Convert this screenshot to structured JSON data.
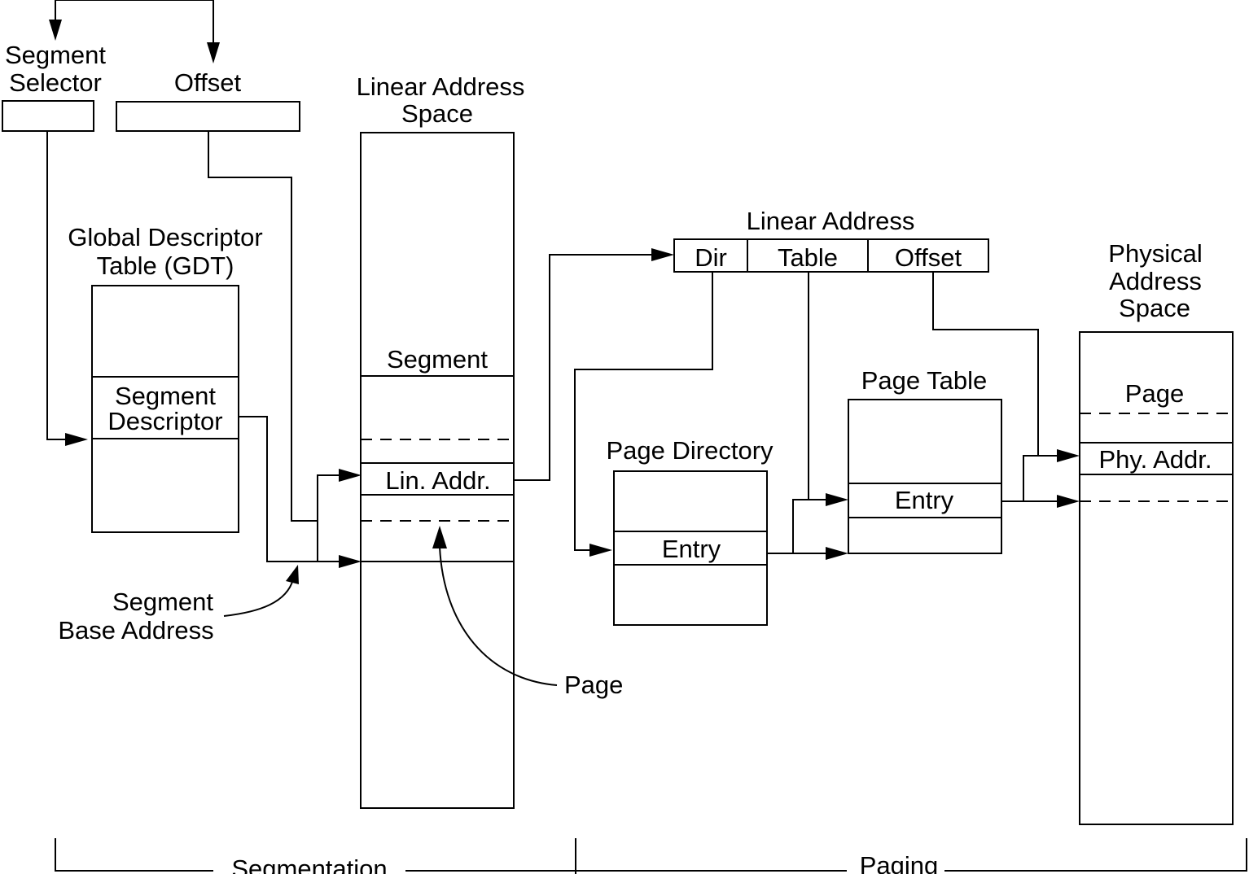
{
  "logical_address": {
    "segment_selector_label": [
      "Segment",
      "Selector"
    ],
    "offset_label": "Offset"
  },
  "gdt": {
    "title": [
      "Global Descriptor",
      "Table (GDT)"
    ],
    "entry_label": [
      "Segment",
      "Descriptor"
    ]
  },
  "segment_base_address_label": [
    "Segment",
    "Base Address"
  ],
  "linear_address_space": {
    "title": [
      "Linear Address",
      "Space"
    ],
    "segment_label": "Segment",
    "lin_addr_label": "Lin. Addr.",
    "page_label": "Page"
  },
  "linear_address": {
    "title": "Linear Address",
    "fields": [
      "Dir",
      "Table",
      "Offset"
    ]
  },
  "page_directory": {
    "title": "Page Directory",
    "entry_label": "Entry"
  },
  "page_table": {
    "title": "Page Table",
    "entry_label": "Entry"
  },
  "physical_address_space": {
    "title": [
      "Physical",
      "Address",
      "Space"
    ],
    "page_label": "Page",
    "phy_addr_label": "Phy. Addr."
  },
  "bottom_brackets": {
    "segmentation_label": "Segmentation",
    "paging_label": "Paging"
  }
}
